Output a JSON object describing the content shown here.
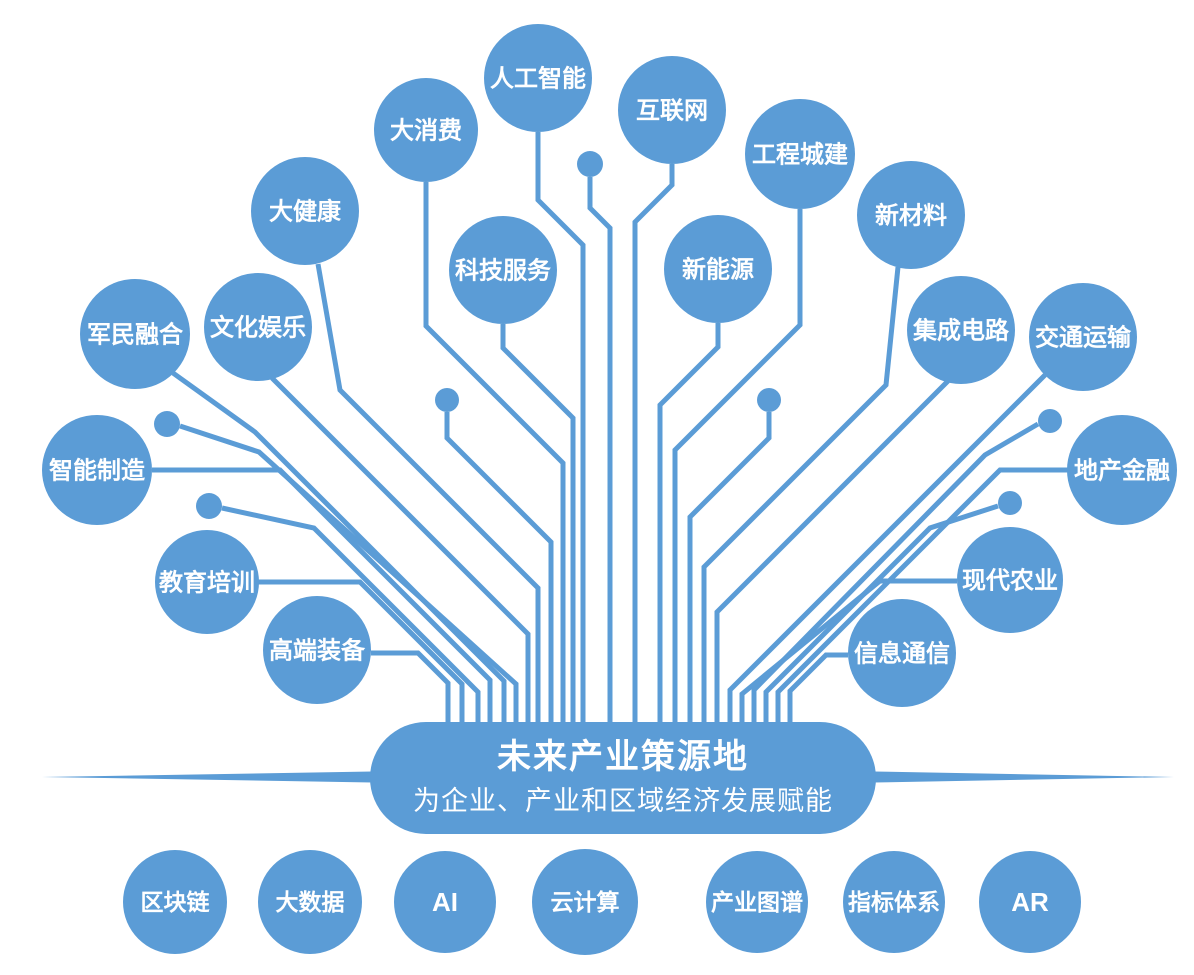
{
  "colors": {
    "primary": "#5B9CD6",
    "label_text": "#FFFFFF"
  },
  "banner": {
    "title": "未来产业策源地",
    "subtitle": "为企业、产业和区域经济发展赋能"
  },
  "branches": [
    {
      "label": "人工智能"
    },
    {
      "label": "大消费"
    },
    {
      "label": "互联网"
    },
    {
      "label": "工程城建"
    },
    {
      "label": "大健康"
    },
    {
      "label": "新材料"
    },
    {
      "label": "科技服务"
    },
    {
      "label": "新能源"
    },
    {
      "label": "军民融合"
    },
    {
      "label": "文化娱乐"
    },
    {
      "label": "集成电路"
    },
    {
      "label": "交通运输"
    },
    {
      "label": "智能制造"
    },
    {
      "label": "地产金融"
    },
    {
      "label": "教育培训"
    },
    {
      "label": "现代农业"
    },
    {
      "label": "高端装备"
    },
    {
      "label": "信息通信"
    }
  ],
  "bottom_row": [
    {
      "label": "区块链"
    },
    {
      "label": "大数据"
    },
    {
      "label": "AI"
    },
    {
      "label": "云计算"
    },
    {
      "label": "产业图谱"
    },
    {
      "label": "指标体系"
    },
    {
      "label": "AR"
    }
  ]
}
